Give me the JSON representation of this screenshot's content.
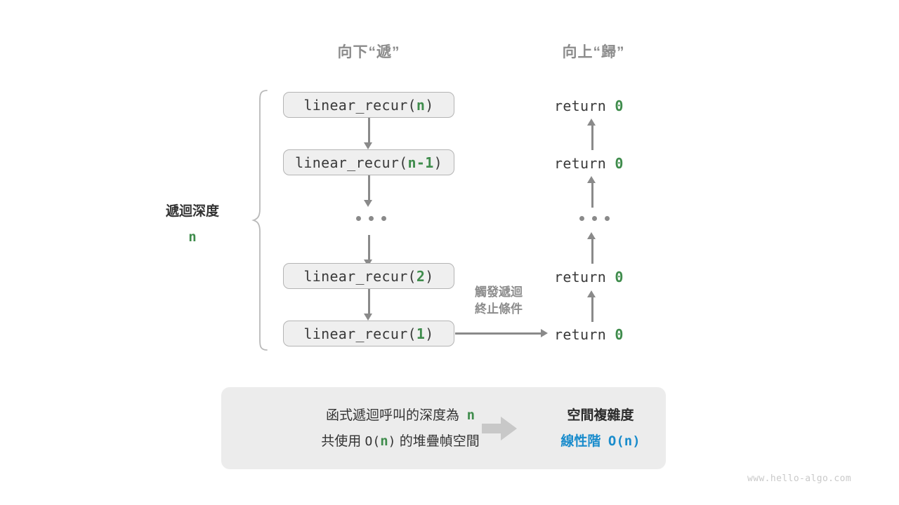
{
  "headers": {
    "down": "向下“遞”",
    "up": "向上“歸”"
  },
  "depth": {
    "label": "遞迴深度",
    "value": "n"
  },
  "calls": [
    {
      "name": "linear_recur(",
      "arg": "n",
      "close": ")"
    },
    {
      "name": "linear_recur(",
      "arg": "n-1",
      "close": ")"
    },
    {
      "name": "linear_recur(",
      "arg": "2",
      "close": ")"
    },
    {
      "name": "linear_recur(",
      "arg": "1",
      "close": ")"
    }
  ],
  "ellipsis": "...",
  "returns": [
    {
      "keyword": "return",
      "value": "0"
    },
    {
      "keyword": "return",
      "value": "0"
    },
    {
      "keyword": "return",
      "value": "0"
    },
    {
      "keyword": "return",
      "value": "0"
    }
  ],
  "trigger_note": {
    "line1": "觸發遞迴",
    "line2": "終止條件"
  },
  "summary": {
    "left_line1_pre": "函式遞迴呼叫的深度為",
    "left_line1_n": "n",
    "left_line2_pre": "共使用",
    "left_line2_o": "O(",
    "left_line2_n": "n",
    "left_line2_close": ")",
    "left_line2_post": "的堆疊幀空間",
    "right_title": "空間複雜度",
    "right_order": "線性階",
    "right_complexity_o": "O(",
    "right_complexity_n": "n",
    "right_complexity_close": ")"
  },
  "watermark": "www.hello-algo.com",
  "colors": {
    "green": "#3f8c4c",
    "blue": "#1a8ccc",
    "gray_arrow": "#8a8a8a",
    "gray_text": "#8c8c8c",
    "box_fill": "#efefef",
    "box_border": "#b4b4b4",
    "panel_fill": "#ececec",
    "block_arrow": "#c8c8c8",
    "watermark": "#c9c9c9"
  }
}
